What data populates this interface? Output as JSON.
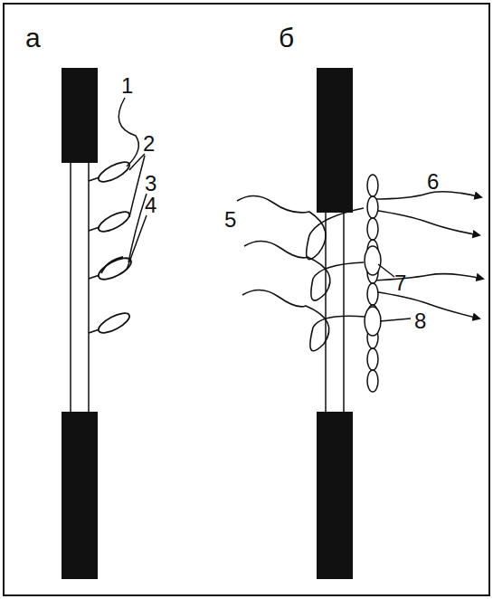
{
  "diagram": {
    "labels": [
      "a",
      "б",
      "1",
      "2",
      "3",
      "4",
      "5",
      "6",
      "7",
      "8"
    ]
  }
}
